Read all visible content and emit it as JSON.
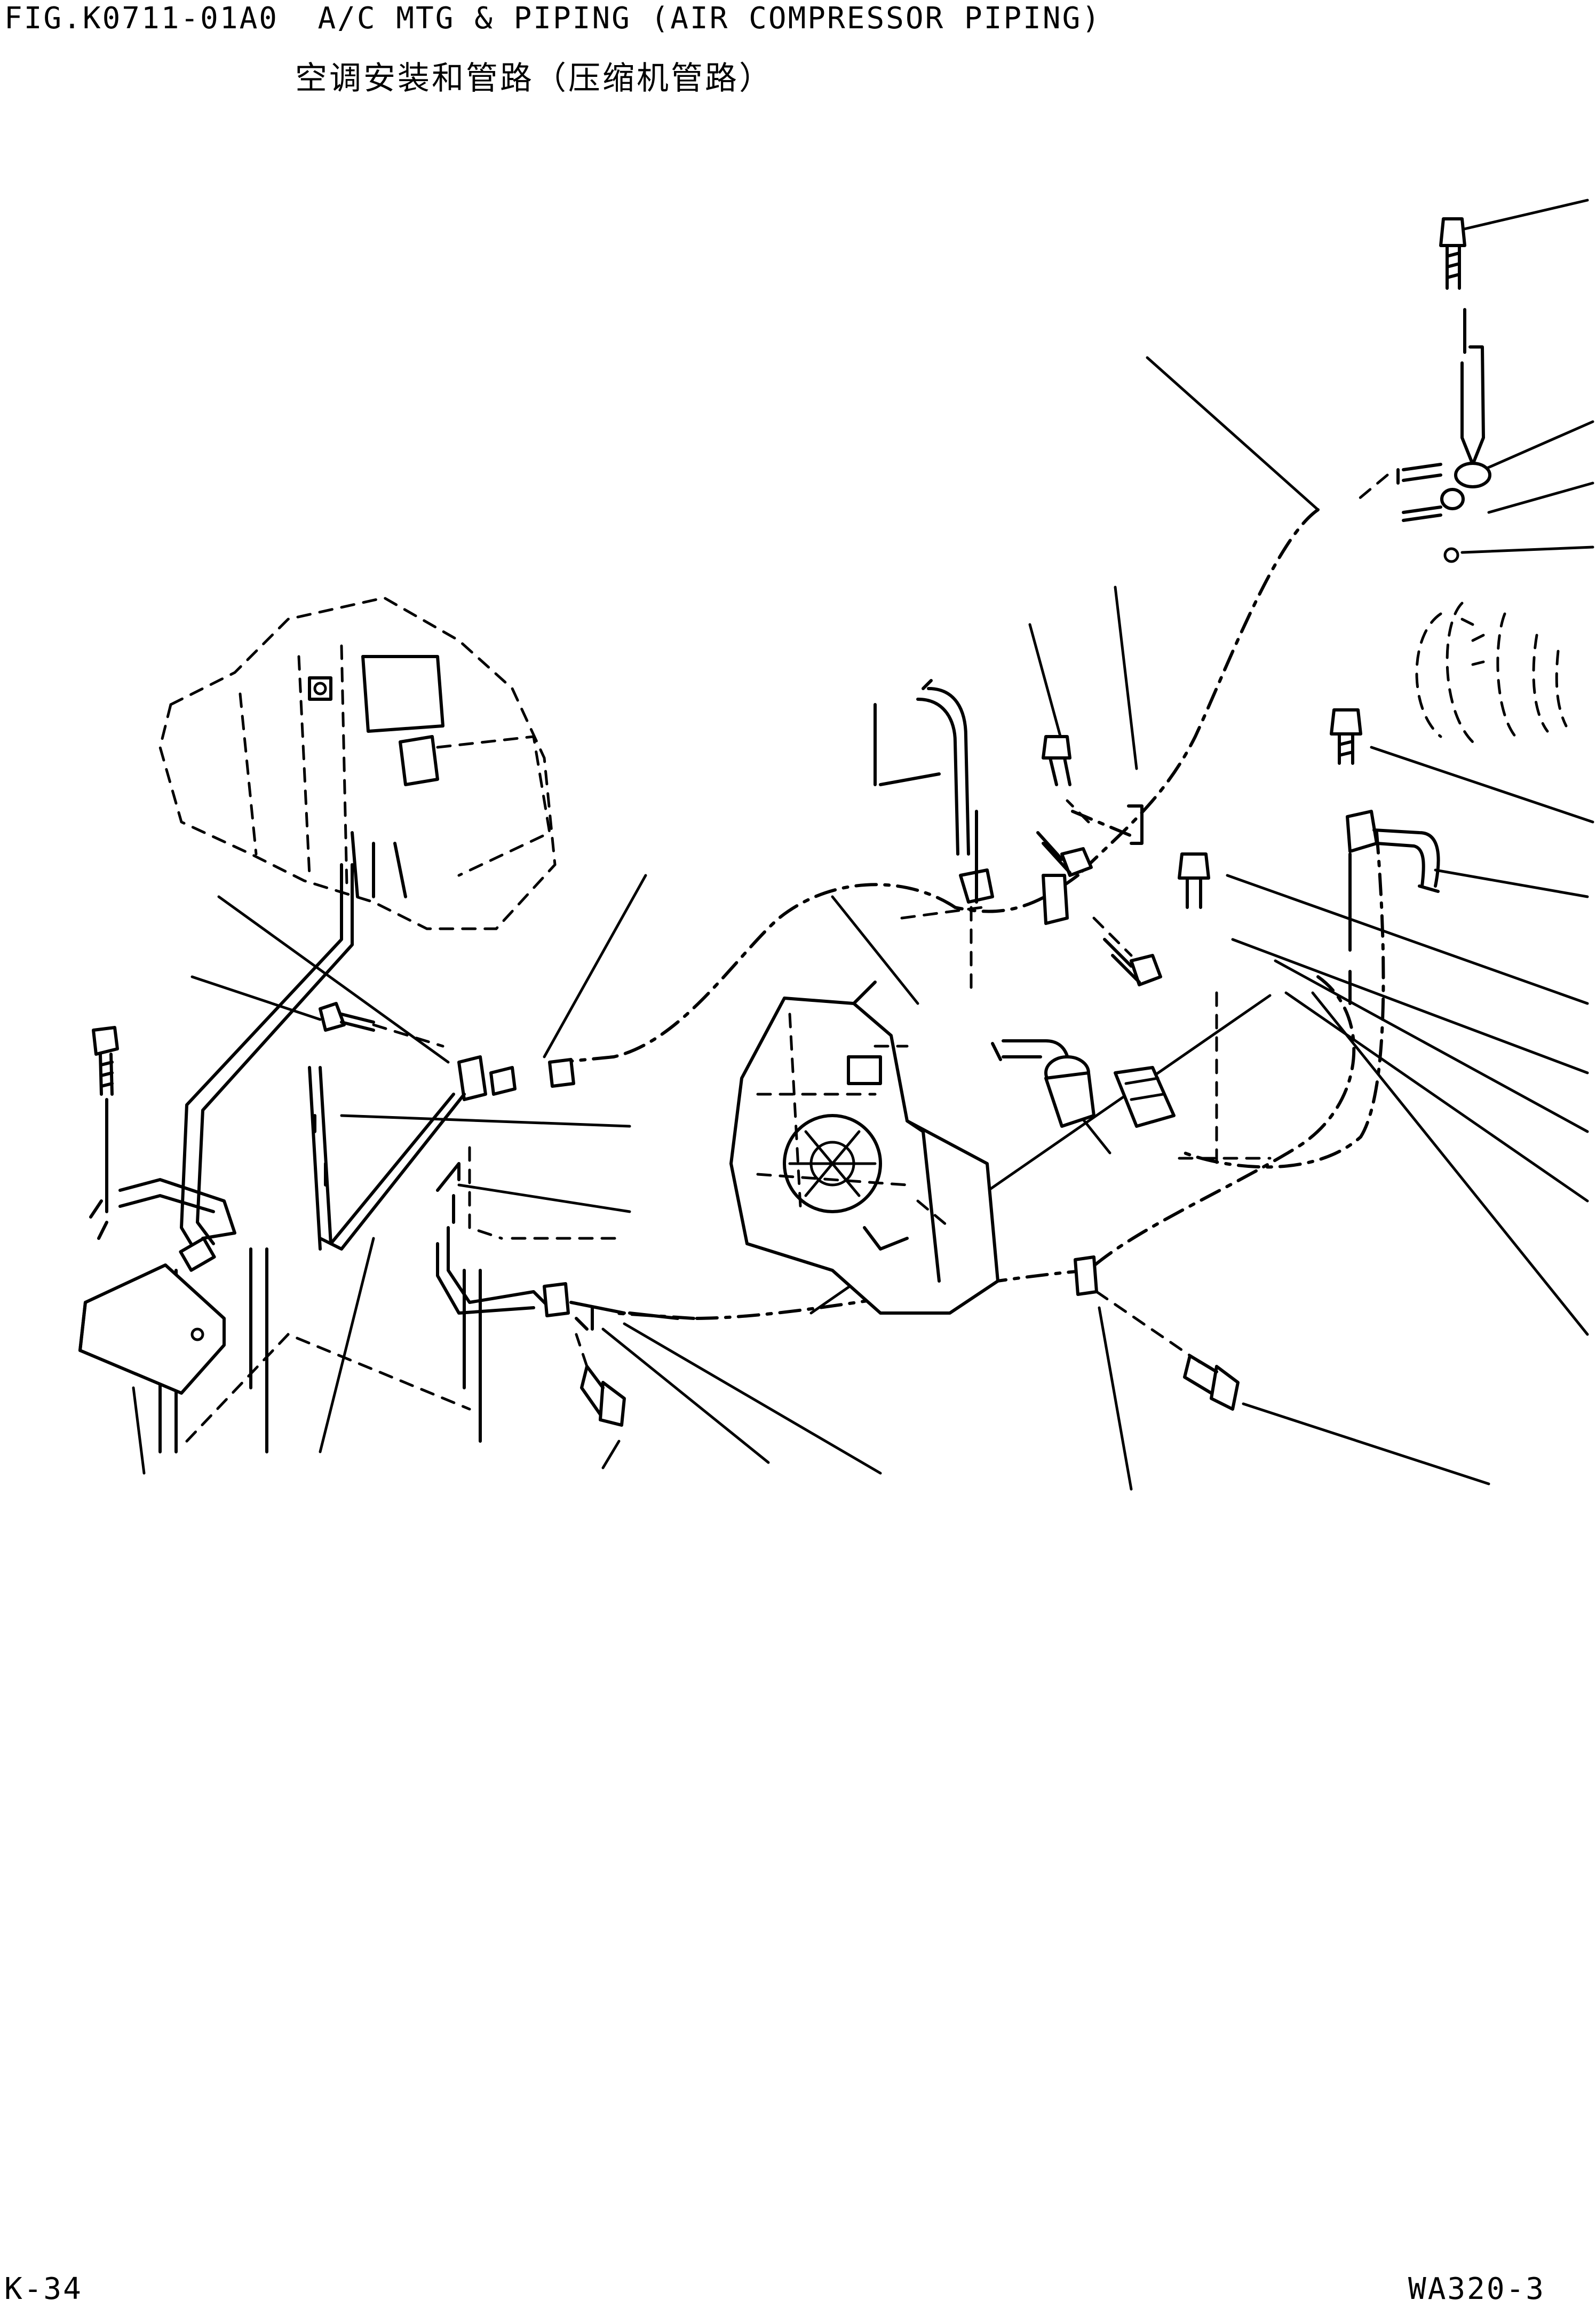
{
  "header": {
    "figure_title": "FIG.K0711-01A0  A/C MTG & PIPING (AIR COMPRESSOR PIPING)",
    "figure_title_cn": "空调安装和管路（压缩机管路）"
  },
  "footer": {
    "page_id": "K-34",
    "model": "WA320-3"
  }
}
